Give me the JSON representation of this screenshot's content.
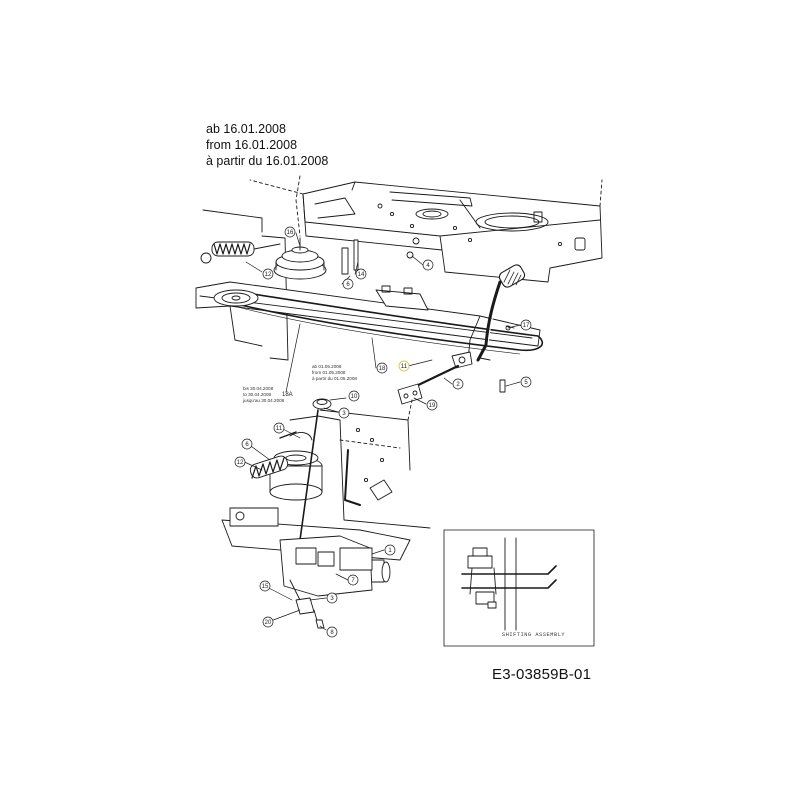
{
  "header": {
    "line_de": "ab 16.01.2008",
    "line_en": "from 16.01.2008",
    "line_fr": "à partir du 16.01.2008"
  },
  "document_id": "E3-03859B-01",
  "notes": {
    "from_date": [
      "ab 01.05.2008",
      "from 01.05.2008",
      "à partir du 01.05.2008"
    ],
    "until_date": [
      "bis 30.04.2008",
      "to 30.04.2008",
      "jusqu'au 30.04.2008"
    ]
  },
  "callouts": {
    "c16": "16",
    "c4": "4",
    "c12a": "12",
    "c6a": "6",
    "c14": "14",
    "c17": "17",
    "c18": "18",
    "c18a": "18A",
    "c11_hl": "11",
    "c2a": "2",
    "c5": "5",
    "c19": "19",
    "c10": "10",
    "c3a": "3",
    "c11": "11",
    "c6b": "6",
    "c12b": "12",
    "c1": "1",
    "c7": "7",
    "c15": "15",
    "c3b": "3",
    "c20": "20",
    "c8": "8"
  },
  "inset": {
    "caption": "SHIFTING ASSEMBLY"
  },
  "colors": {
    "line": "#1a1a1a",
    "highlight": "#e2c65a",
    "fill": "#ffffff"
  }
}
